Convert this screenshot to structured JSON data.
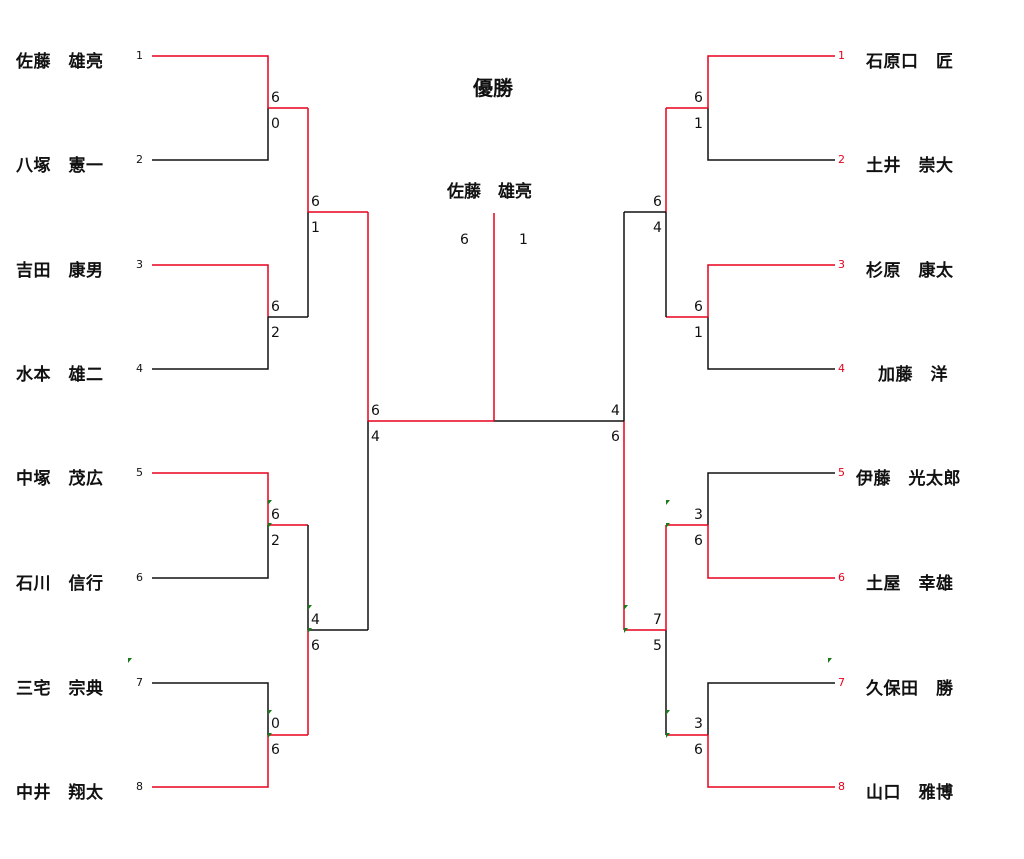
{
  "title": "優勝",
  "champion": "佐藤　雄亮",
  "final_scores": {
    "left": "6",
    "right": "1"
  },
  "semifinal_scores": {
    "left": [
      "6",
      "4"
    ],
    "right": [
      "4",
      "6"
    ]
  },
  "colors": {
    "winner": "#e8001c",
    "loser": "#111111",
    "marker": "#1a7a1a"
  },
  "left_players": [
    {
      "seed": "1",
      "name": "佐藤　雄亮"
    },
    {
      "seed": "2",
      "name": "八塚　憲一"
    },
    {
      "seed": "3",
      "name": "吉田　康男"
    },
    {
      "seed": "4",
      "name": "水本　雄二"
    },
    {
      "seed": "5",
      "name": "中塚　茂広"
    },
    {
      "seed": "6",
      "name": "石川　信行"
    },
    {
      "seed": "7",
      "name": "三宅　宗典"
    },
    {
      "seed": "8",
      "name": "中井　翔太"
    }
  ],
  "right_players": [
    {
      "seed": "1",
      "name": "石原口　匠"
    },
    {
      "seed": "2",
      "name": "土井　崇大"
    },
    {
      "seed": "3",
      "name": "杉原　康太"
    },
    {
      "seed": "4",
      "name": "加藤　洋"
    },
    {
      "seed": "5",
      "name": "伊藤　光太郎"
    },
    {
      "seed": "6",
      "name": "土屋　幸雄"
    },
    {
      "seed": "7",
      "name": "久保田　勝"
    },
    {
      "seed": "8",
      "name": "山口　雅博"
    }
  ],
  "left_r1_scores": [
    [
      "6",
      "0"
    ],
    [
      "6",
      "2"
    ],
    [
      "6",
      "2"
    ],
    [
      "0",
      "6"
    ]
  ],
  "left_r2_scores": [
    [
      "6",
      "1"
    ],
    [
      "4",
      "6"
    ]
  ],
  "right_r1_scores": [
    [
      "6",
      "1"
    ],
    [
      "6",
      "1"
    ],
    [
      "3",
      "6"
    ],
    [
      "3",
      "6"
    ]
  ],
  "right_r2_scores": [
    [
      "6",
      "4"
    ],
    [
      "7",
      "5"
    ]
  ]
}
